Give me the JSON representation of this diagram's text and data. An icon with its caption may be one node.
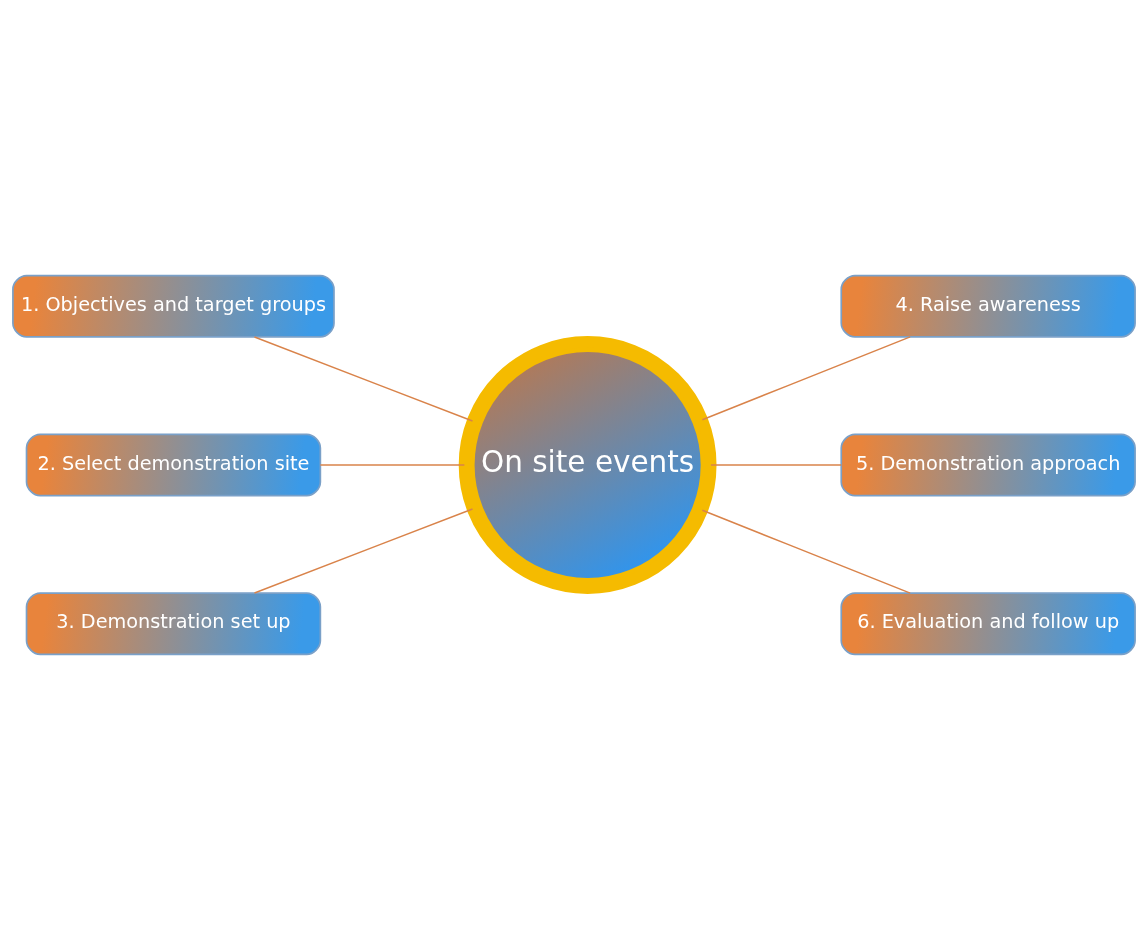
{
  "diagram": {
    "nodes": [
      {
        "text": [
          "On site events"
        ]
      },
      {
        "text": [
          "1. Objectives and target groups"
        ]
      },
      {
        "text": [
          "2. Select demonstration site"
        ]
      },
      {
        "text": [
          "3. Demonstration set up"
        ]
      },
      {
        "text": [
          "4. Raise awareness"
        ]
      },
      {
        "text": [
          "5. Demonstration approach"
        ]
      },
      {
        "text": [
          "6. Evaluation and follow up"
        ]
      }
    ],
    "edges": [
      {
        "from": 1,
        "to": 0,
        "arrow": "none"
      },
      {
        "from": 2,
        "to": 0,
        "arrow": "none"
      },
      {
        "from": 3,
        "to": 0,
        "arrow": "none"
      },
      {
        "from": 0,
        "to": 4,
        "arrow": "none"
      },
      {
        "from": 0,
        "to": 5,
        "arrow": "none"
      },
      {
        "from": 0,
        "to": 6,
        "arrow": "none"
      }
    ]
  }
}
